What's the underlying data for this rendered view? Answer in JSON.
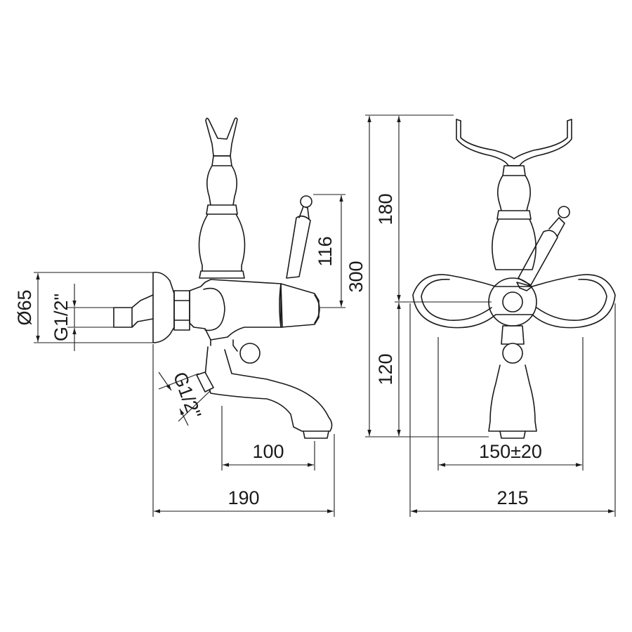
{
  "side_view": {
    "dims": {
      "handle_height": "116",
      "outlet_diameter": "Ø65",
      "inlet_thread": "G1/2\"",
      "spout_thread": "G1/2\"",
      "spout_reach": "100",
      "overall_depth": "190"
    }
  },
  "front_view": {
    "dims": {
      "overall_height": "300",
      "upper_height": "180",
      "lower_height": "120",
      "centers": "150±20",
      "overall_width": "215"
    }
  }
}
